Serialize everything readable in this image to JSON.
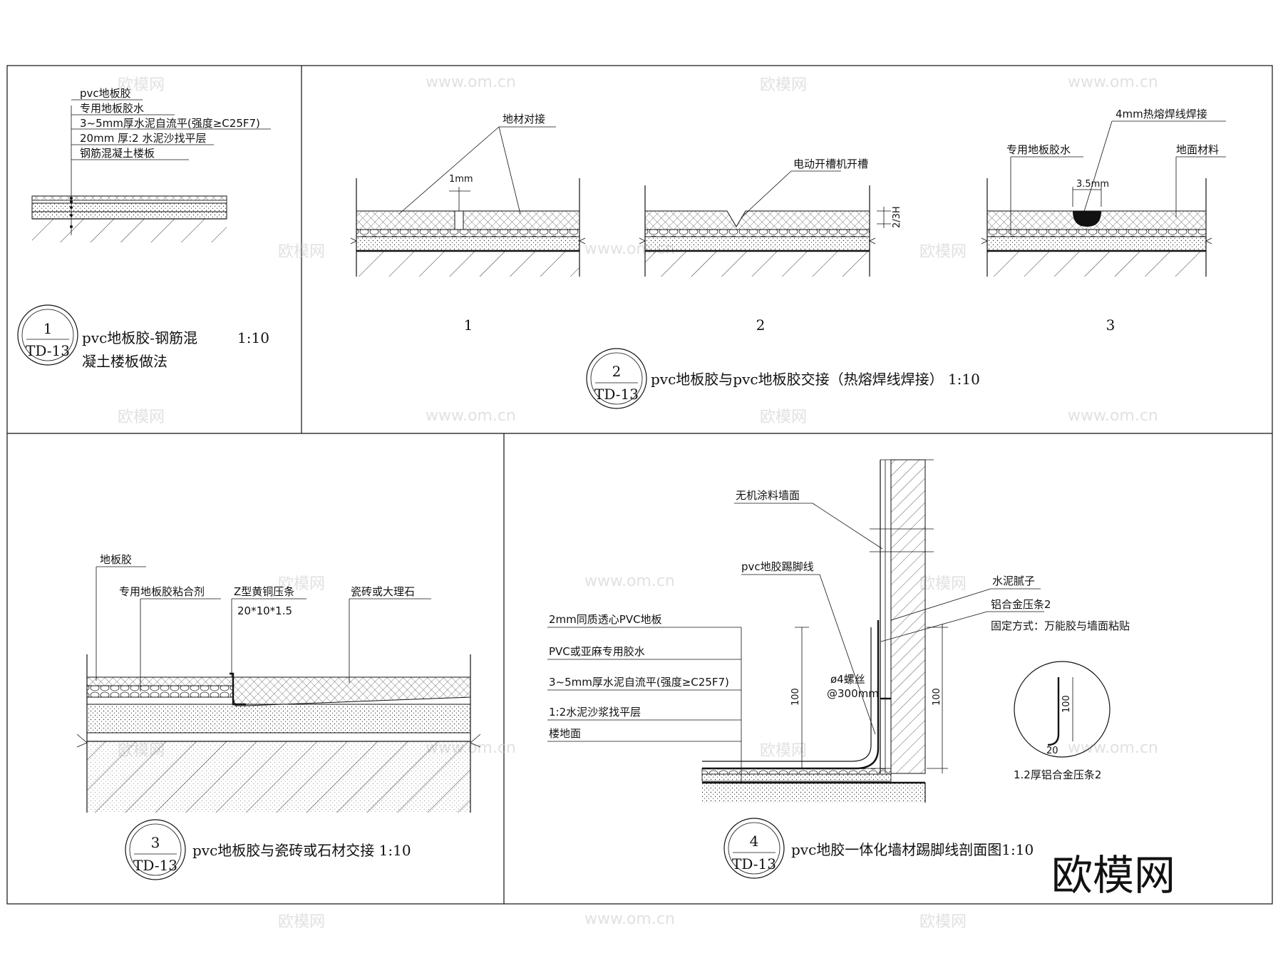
{
  "panel1": {
    "layers": [
      "pvc地板胶",
      "专用地板胶水",
      "3~5mm厚水泥自流平(强度≥C25F7)",
      "20mm 厚:2 水泥沙找平层",
      "钢筋混凝土楼板"
    ],
    "ref_num": "1",
    "ref_sheet": "TD-13",
    "title_line1": "pvc地板胶-钢筋混",
    "title_line2": "凝土楼板做法",
    "scale": "1:10"
  },
  "panel2": {
    "label_joint": "地材对接",
    "label_gap": "1mm",
    "label_groove": "电动开槽机开槽",
    "label_depth": "2/3H",
    "label_weld": "4mm热熔焊线焊接",
    "label_glue": "专用地板胶水",
    "label_floor": "地面材料",
    "label_width": "3.5mm",
    "sub_labels": [
      "1",
      "2",
      "3"
    ],
    "ref_num": "2",
    "ref_sheet": "TD-13",
    "title": "pvc地板胶与pvc地板胶交接（热熔焊线焊接） 1:10"
  },
  "panel3": {
    "label_vinyl": "地板胶",
    "label_adhesive": "专用地板胶粘合剂",
    "label_strip": "Z型黄铜压条",
    "label_strip_size": "20*10*1.5",
    "label_tile": "瓷砖或大理石",
    "ref_num": "3",
    "ref_sheet": "TD-13",
    "title": "pvc地板胶与瓷砖或石材交接  1:10"
  },
  "panel4": {
    "label_wall": "无机涂料墙面",
    "label_skirting": "pvc地胶踢脚线",
    "label_putty": "水泥腻子",
    "label_alu": "铝合金压条2",
    "label_fix": "固定方式：万能胶与墙面粘贴",
    "layers": [
      "2mm同质透心PVC地板",
      "PVC或亚麻专用胶水",
      "3~5mm厚水泥自流平(强度≥C25F7)",
      "1:2水泥沙浆找平层",
      "楼地面"
    ],
    "label_screw": "ø4螺丝",
    "label_spacing": "@300mm",
    "dim_100": "100",
    "dim_20": "20",
    "detail_caption": "1.2厚铝合金压条2",
    "ref_num": "4",
    "ref_sheet": "TD-13",
    "title": "pvc地胶一体化墙材踢脚线剖面图1:10"
  },
  "watermark": {
    "text": "欧模网",
    "url": "www.om.cn"
  }
}
